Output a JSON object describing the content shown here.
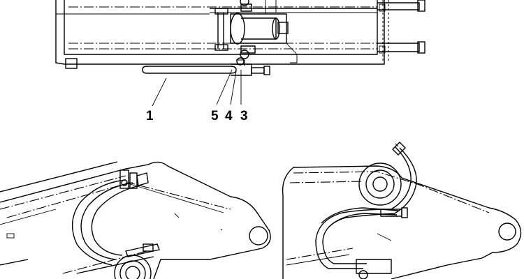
{
  "figure": {
    "callouts": [
      {
        "id": "c1",
        "text": "1"
      },
      {
        "id": "c5",
        "text": "5"
      },
      {
        "id": "c4",
        "text": "4"
      },
      {
        "id": "c3",
        "text": "3"
      }
    ]
  }
}
